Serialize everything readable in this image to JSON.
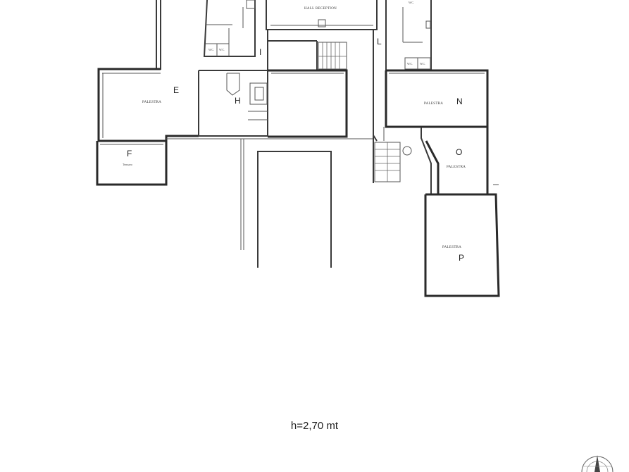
{
  "plan": {
    "rooms": [
      {
        "id": "E",
        "letter": "E",
        "label": "PALESTRA"
      },
      {
        "id": "F",
        "letter": "F",
        "label": "Terrazzo"
      },
      {
        "id": "H",
        "letter": "H",
        "label": ""
      },
      {
        "id": "I",
        "letter": "I",
        "label": ""
      },
      {
        "id": "L",
        "letter": "L",
        "label": ""
      },
      {
        "id": "N",
        "letter": "N",
        "label": "PALESTRA"
      },
      {
        "id": "O",
        "letter": "O",
        "label": "PALESTRA"
      },
      {
        "id": "P",
        "letter": "P",
        "label": "PALESTRA"
      }
    ],
    "hall_label": "HALL RECEPTION",
    "small_labels": [
      "W.C.",
      "W.C.",
      "W.C.",
      "W.C.",
      "W.C."
    ]
  },
  "height_note": "h=2,70 mt",
  "colors": {
    "line": "#3a3a3a",
    "background": "#ffffff"
  },
  "icons": {
    "compass": "north-arrow-icon"
  }
}
